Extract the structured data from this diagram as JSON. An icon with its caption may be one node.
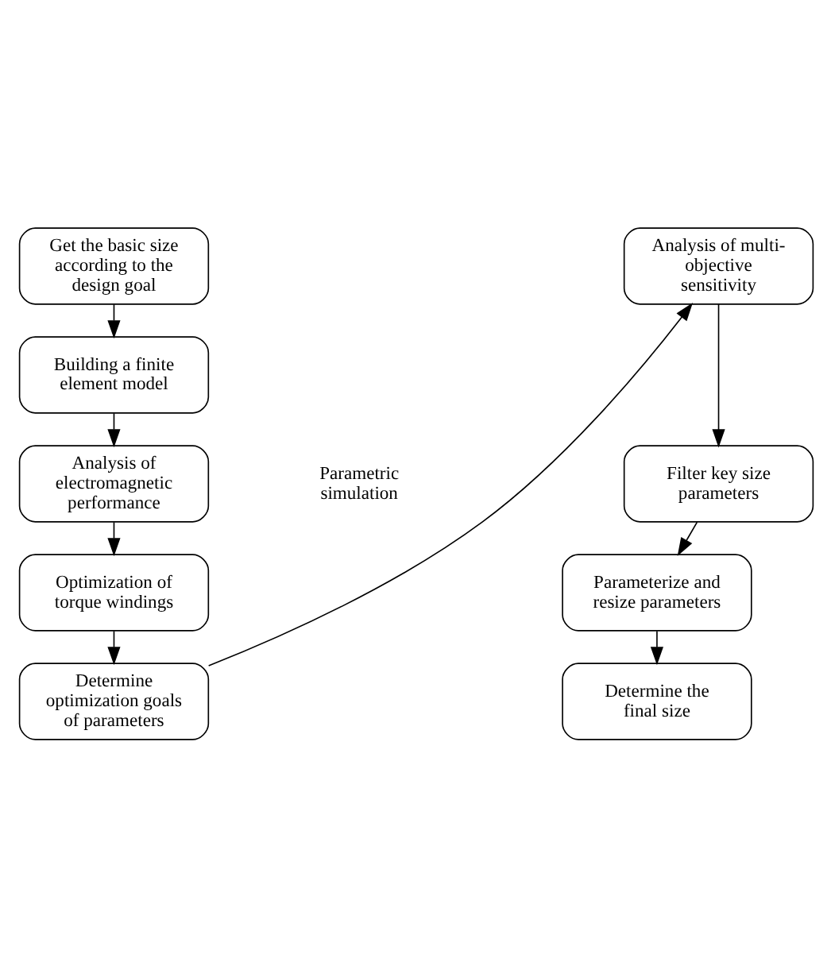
{
  "diagram": {
    "nodes": [
      {
        "text": [
          "Get the basic size according to the design goal"
        ]
      },
      {
        "text": [
          "Building a finite element model"
        ]
      },
      {
        "text": [
          "Analysis of electromagnetic performance"
        ]
      },
      {
        "text": [
          "Optimization of torque windings"
        ]
      },
      {
        "text": [
          "Determine optimization goals of parameters"
        ]
      },
      {
        "text": [
          "Analysis of multi-objective sensitivity"
        ]
      },
      {
        "text": [
          "Filter key size parameters"
        ]
      },
      {
        "text": [
          "Parameterize and resize parameters"
        ]
      },
      {
        "text": [
          "Determine the final size"
        ]
      }
    ],
    "edges": [
      {
        "from": 0,
        "to": 1,
        "arrow": "to"
      },
      {
        "from": 1,
        "to": 2,
        "arrow": "to"
      },
      {
        "from": 2,
        "to": 3,
        "arrow": "to"
      },
      {
        "from": 3,
        "to": 4,
        "arrow": "to"
      },
      {
        "from": 4,
        "to": 5,
        "arrow": "to"
      },
      {
        "from": 5,
        "to": 6,
        "arrow": "to"
      },
      {
        "from": 6,
        "to": 7,
        "arrow": "to"
      },
      {
        "from": 7,
        "to": 8,
        "arrow": "to"
      }
    ],
    "labels": [
      "Parametric simulation"
    ]
  }
}
